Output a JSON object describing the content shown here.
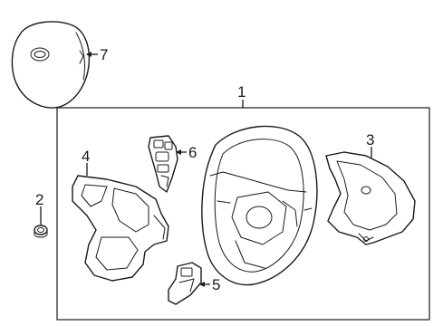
{
  "diagram": {
    "callouts": {
      "p1": "1",
      "p2": "2",
      "p3": "3",
      "p4": "4",
      "p5": "5",
      "p6": "6",
      "p7": "7"
    },
    "parts": [
      {
        "id": "p1",
        "name": "steering-wheel-assembly"
      },
      {
        "id": "p2",
        "name": "mounting-bolt"
      },
      {
        "id": "p3",
        "name": "rear-cover"
      },
      {
        "id": "p4",
        "name": "trim-bezel"
      },
      {
        "id": "p5",
        "name": "lower-switch"
      },
      {
        "id": "p6",
        "name": "control-switch"
      },
      {
        "id": "p7",
        "name": "airbag-module"
      }
    ],
    "colors": {
      "line": "#1a1a1a",
      "background": "#ffffff"
    }
  }
}
